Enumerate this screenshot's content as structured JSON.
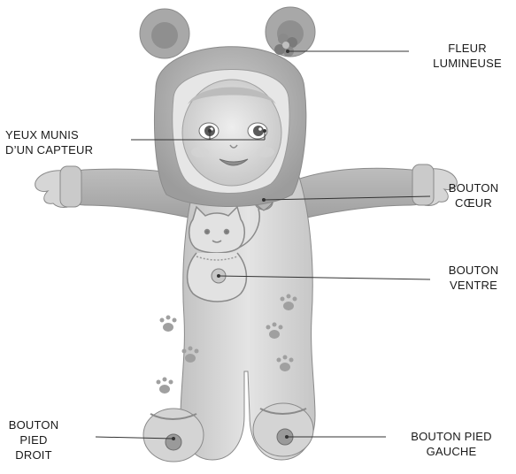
{
  "labels": {
    "fleur": [
      "FLEUR",
      "LUMINEUSE"
    ],
    "yeux": [
      "YEUX MUNIS",
      "D’UN CAPTEUR"
    ],
    "coeur": [
      "BOUTON",
      "CŒUR"
    ],
    "ventre": [
      "BOUTON",
      "VENTRE"
    ],
    "pied_droit": [
      "BOUTON",
      "PIED",
      "DROIT"
    ],
    "pied_gauche": [
      "BOUTON PIED",
      "GAUCHE"
    ]
  },
  "colors": {
    "line": "#333333",
    "doll_light": "#d9d9d9",
    "doll_mid": "#bdbdbd",
    "doll_dark": "#9a9a9a",
    "outline": "#8a8a8a"
  }
}
